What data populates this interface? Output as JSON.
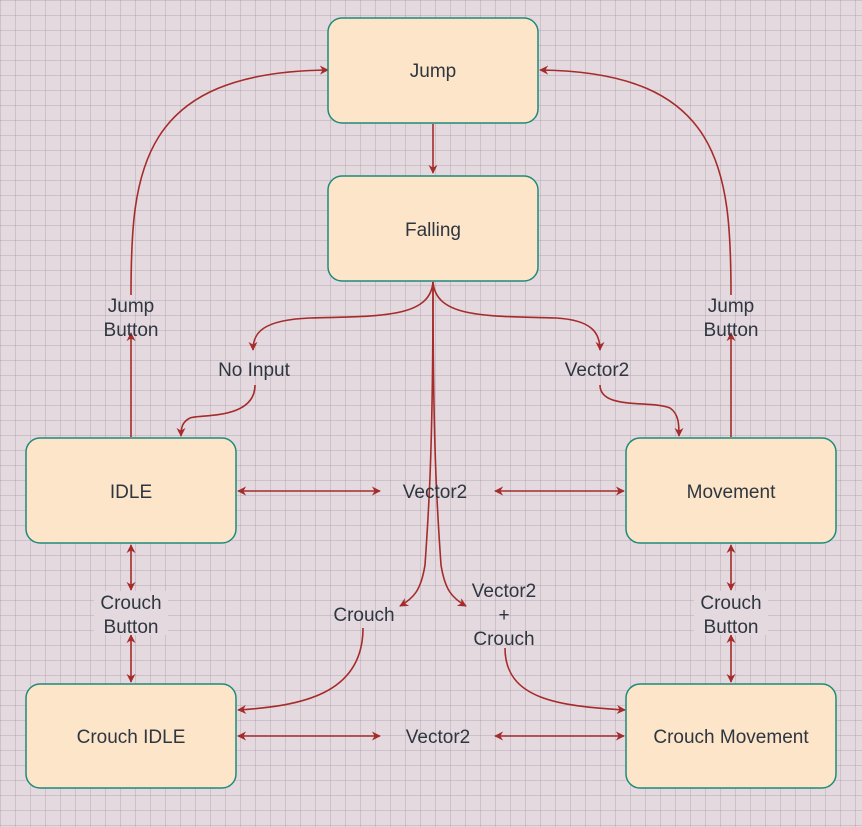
{
  "colors": {
    "background": "#e3d9df",
    "node_fill": "#fce5c8",
    "node_stroke": "#1f8a7a",
    "edge": "#a62b2b",
    "text": "#2f3640"
  },
  "nodes": {
    "jump": "Jump",
    "falling": "Falling",
    "idle": "IDLE",
    "movement": "Movement",
    "crouch_idle": "Crouch IDLE",
    "crouch_movement": "Crouch Movement"
  },
  "edge_labels": {
    "jump_button_left": [
      "Jump",
      "Button"
    ],
    "jump_button_right": [
      "Jump",
      "Button"
    ],
    "no_input": "No Input",
    "vector2_fall_right": "Vector2",
    "vector2_idle_movement": "Vector2",
    "crouch_button_left": [
      "Crouch",
      "Button"
    ],
    "crouch_button_right": [
      "Crouch",
      "Button"
    ],
    "crouch": "Crouch",
    "vector2_crouch": [
      "Vector2",
      "+",
      "Crouch"
    ],
    "vector2_bottom": "Vector2"
  }
}
